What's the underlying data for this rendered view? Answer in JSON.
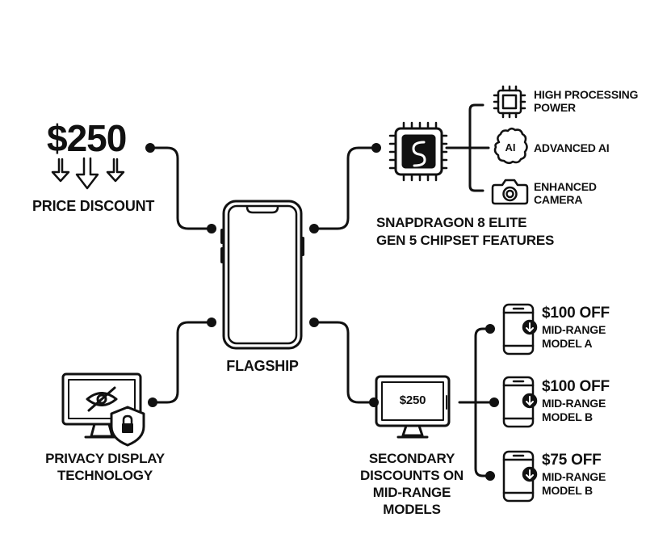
{
  "center": {
    "label": "FLAGSHIP"
  },
  "price": {
    "amount": "$250",
    "label": "PRICE DISCOUNT"
  },
  "chipset": {
    "label_line1": "SNAPDRAGON 8 ELITE",
    "label_line2": "GEN 5 CHIPSET FEATURES",
    "features": [
      {
        "line1": "HIGH PROCESSING",
        "line2": "POWER",
        "icon": "processor-icon"
      },
      {
        "line1": "ADVANCED AI",
        "line2": "",
        "icon": "ai-brain-icon"
      },
      {
        "line1": "ENHANCED",
        "line2": "CAMERA",
        "icon": "camera-icon"
      }
    ]
  },
  "privacy": {
    "label_line1": "PRIVACY DISPLAY",
    "label_line2": "TECHNOLOGY"
  },
  "secondary": {
    "monitor_amount": "$250",
    "label_lines": [
      "SECONDARY",
      "DISCOUNTS ON",
      "MID-RANGE",
      "MODELS"
    ],
    "offers": [
      {
        "amount": "$100 OFF",
        "line1": "MID-RANGE",
        "line2": "MODEL A"
      },
      {
        "amount": "$100 OFF",
        "line1": "MID-RANGE",
        "line2": "MODEL B"
      },
      {
        "amount": "$75 OFF",
        "line1": "MID-RANGE",
        "line2": "MODEL B"
      }
    ]
  }
}
